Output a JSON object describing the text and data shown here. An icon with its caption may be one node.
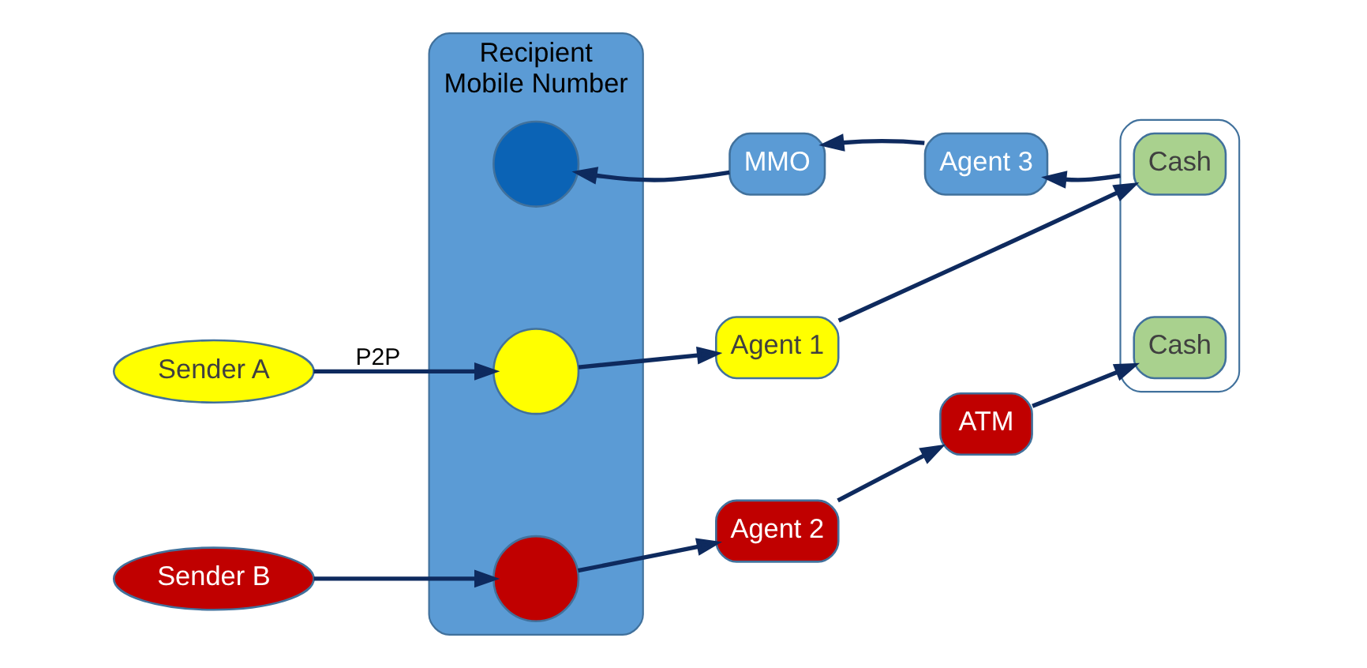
{
  "diagram": {
    "nodes": [
      {
        "text": [
          "Recipient",
          "Mobile Number"
        ]
      },
      {
        "text": [],
        "shape": "circle",
        "in": 0
      },
      {
        "text": [],
        "shape": "circle",
        "in": 0
      },
      {
        "text": [],
        "shape": "circle",
        "in": 0
      },
      {
        "text": [
          "MMO"
        ]
      },
      {
        "text": [
          "Agent 3"
        ]
      },
      {
        "text": [
          "Sender A"
        ]
      },
      {
        "text": [
          "Agent 1"
        ]
      },
      {
        "text": [
          "Sender B"
        ]
      },
      {
        "text": [
          "Agent 2"
        ]
      },
      {
        "text": [
          "ATM"
        ]
      },
      {
        "text": [],
        "shape": "box"
      },
      {
        "text": [
          "Cash"
        ],
        "in": 11
      },
      {
        "text": [
          "Cash"
        ],
        "in": 11
      }
    ],
    "edges": [
      {
        "from": 6,
        "to": 2,
        "arrow": "to",
        "label": "P2P"
      },
      {
        "from": 2,
        "to": 7,
        "arrow": "to"
      },
      {
        "from": 7,
        "to": 12,
        "arrow": "to"
      },
      {
        "from": 8,
        "to": 3,
        "arrow": "to"
      },
      {
        "from": 3,
        "to": 9,
        "arrow": "to"
      },
      {
        "from": 9,
        "to": 10,
        "arrow": "to"
      },
      {
        "from": 10,
        "to": 13,
        "arrow": "to"
      },
      {
        "from": 11,
        "to": 5,
        "arrow": "to"
      },
      {
        "from": 5,
        "to": 4,
        "arrow": "to"
      },
      {
        "from": 4,
        "to": 1,
        "arrow": "to"
      }
    ]
  }
}
